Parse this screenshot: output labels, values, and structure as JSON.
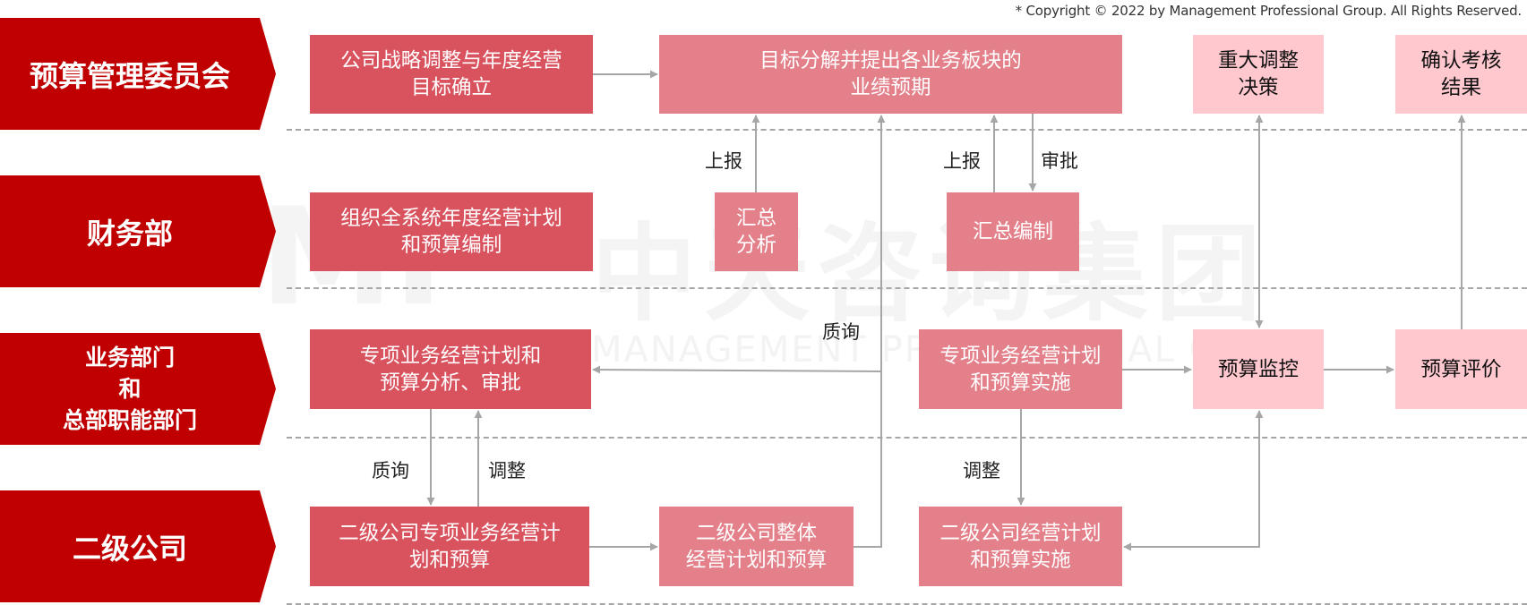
{
  "copyright": "* Copyright © 2022 by Management Professional Group. All Rights Reserved.",
  "watermark": {
    "cn": "中天咨询集团",
    "en": "MANAGEMENT PROFESSIONAL GROUP"
  },
  "lanes": [
    {
      "id": "committee",
      "label": "预算管理委员会"
    },
    {
      "id": "finance",
      "label": "财务部"
    },
    {
      "id": "business",
      "label": "业务部门\n和\n总部职能部门"
    },
    {
      "id": "subsidiary",
      "label": "二级公司"
    }
  ],
  "boxes": {
    "strategy": "公司战略调整与年度经营\n目标确立",
    "decompose": "目标分解并提出各业务板块的\n业绩预期",
    "major_decision": "重大调整\n决策",
    "confirm_result": "确认考核\n结果",
    "organize_plan": "组织全系统年度经营计划\n和预算编制",
    "summary_analysis": "汇总\n分析",
    "summary_compile": "汇总编制",
    "special_plan_review": "专项业务经营计划和\n预算分析、审批",
    "special_plan_exec": "专项业务经营计划\n和预算实施",
    "budget_monitor": "预算监控",
    "budget_eval": "预算评价",
    "sub_special_plan": "二级公司专项业务经营计\n划和预算",
    "sub_overall_plan": "二级公司整体\n经营计划和预算",
    "sub_plan_exec": "二级公司经营计划\n和预算实施"
  },
  "labels": {
    "report_1": "上报",
    "report_2": "上报",
    "approve": "审批",
    "inquiry_1": "质询",
    "inquiry_2": "质询",
    "adjust_1": "调整",
    "adjust_2": "调整"
  },
  "colors": {
    "lane": "#c00000",
    "box_dark": "#d9535f",
    "box_mid": "#e3808a",
    "box_light": "#ffc7ce",
    "arrow": "#a6a6a6"
  }
}
